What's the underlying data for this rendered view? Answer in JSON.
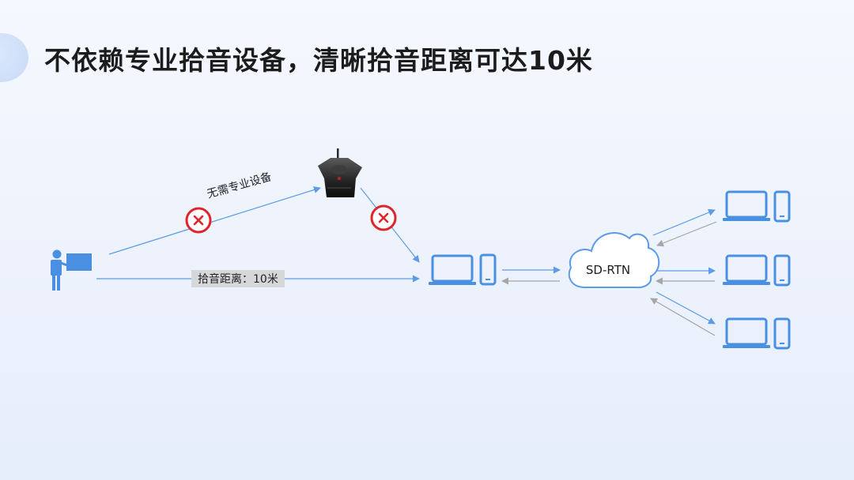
{
  "title": "不依赖专业拾音设备，清晰拾音距离可达10米",
  "diagram": {
    "speaker": {
      "icon": "presenter-icon"
    },
    "mic_device": {
      "icon": "conference-speakerphone-icon"
    },
    "labels": {
      "no_device": "无需专业设备",
      "pickup_distance": "拾音距离：10米",
      "network": "SD-RTN"
    },
    "colors": {
      "device_blue": "#4a90e2",
      "arrow_blue": "#5b9be8",
      "arrow_gray": "#a6a6a6",
      "cross_red": "#e0242b"
    }
  }
}
